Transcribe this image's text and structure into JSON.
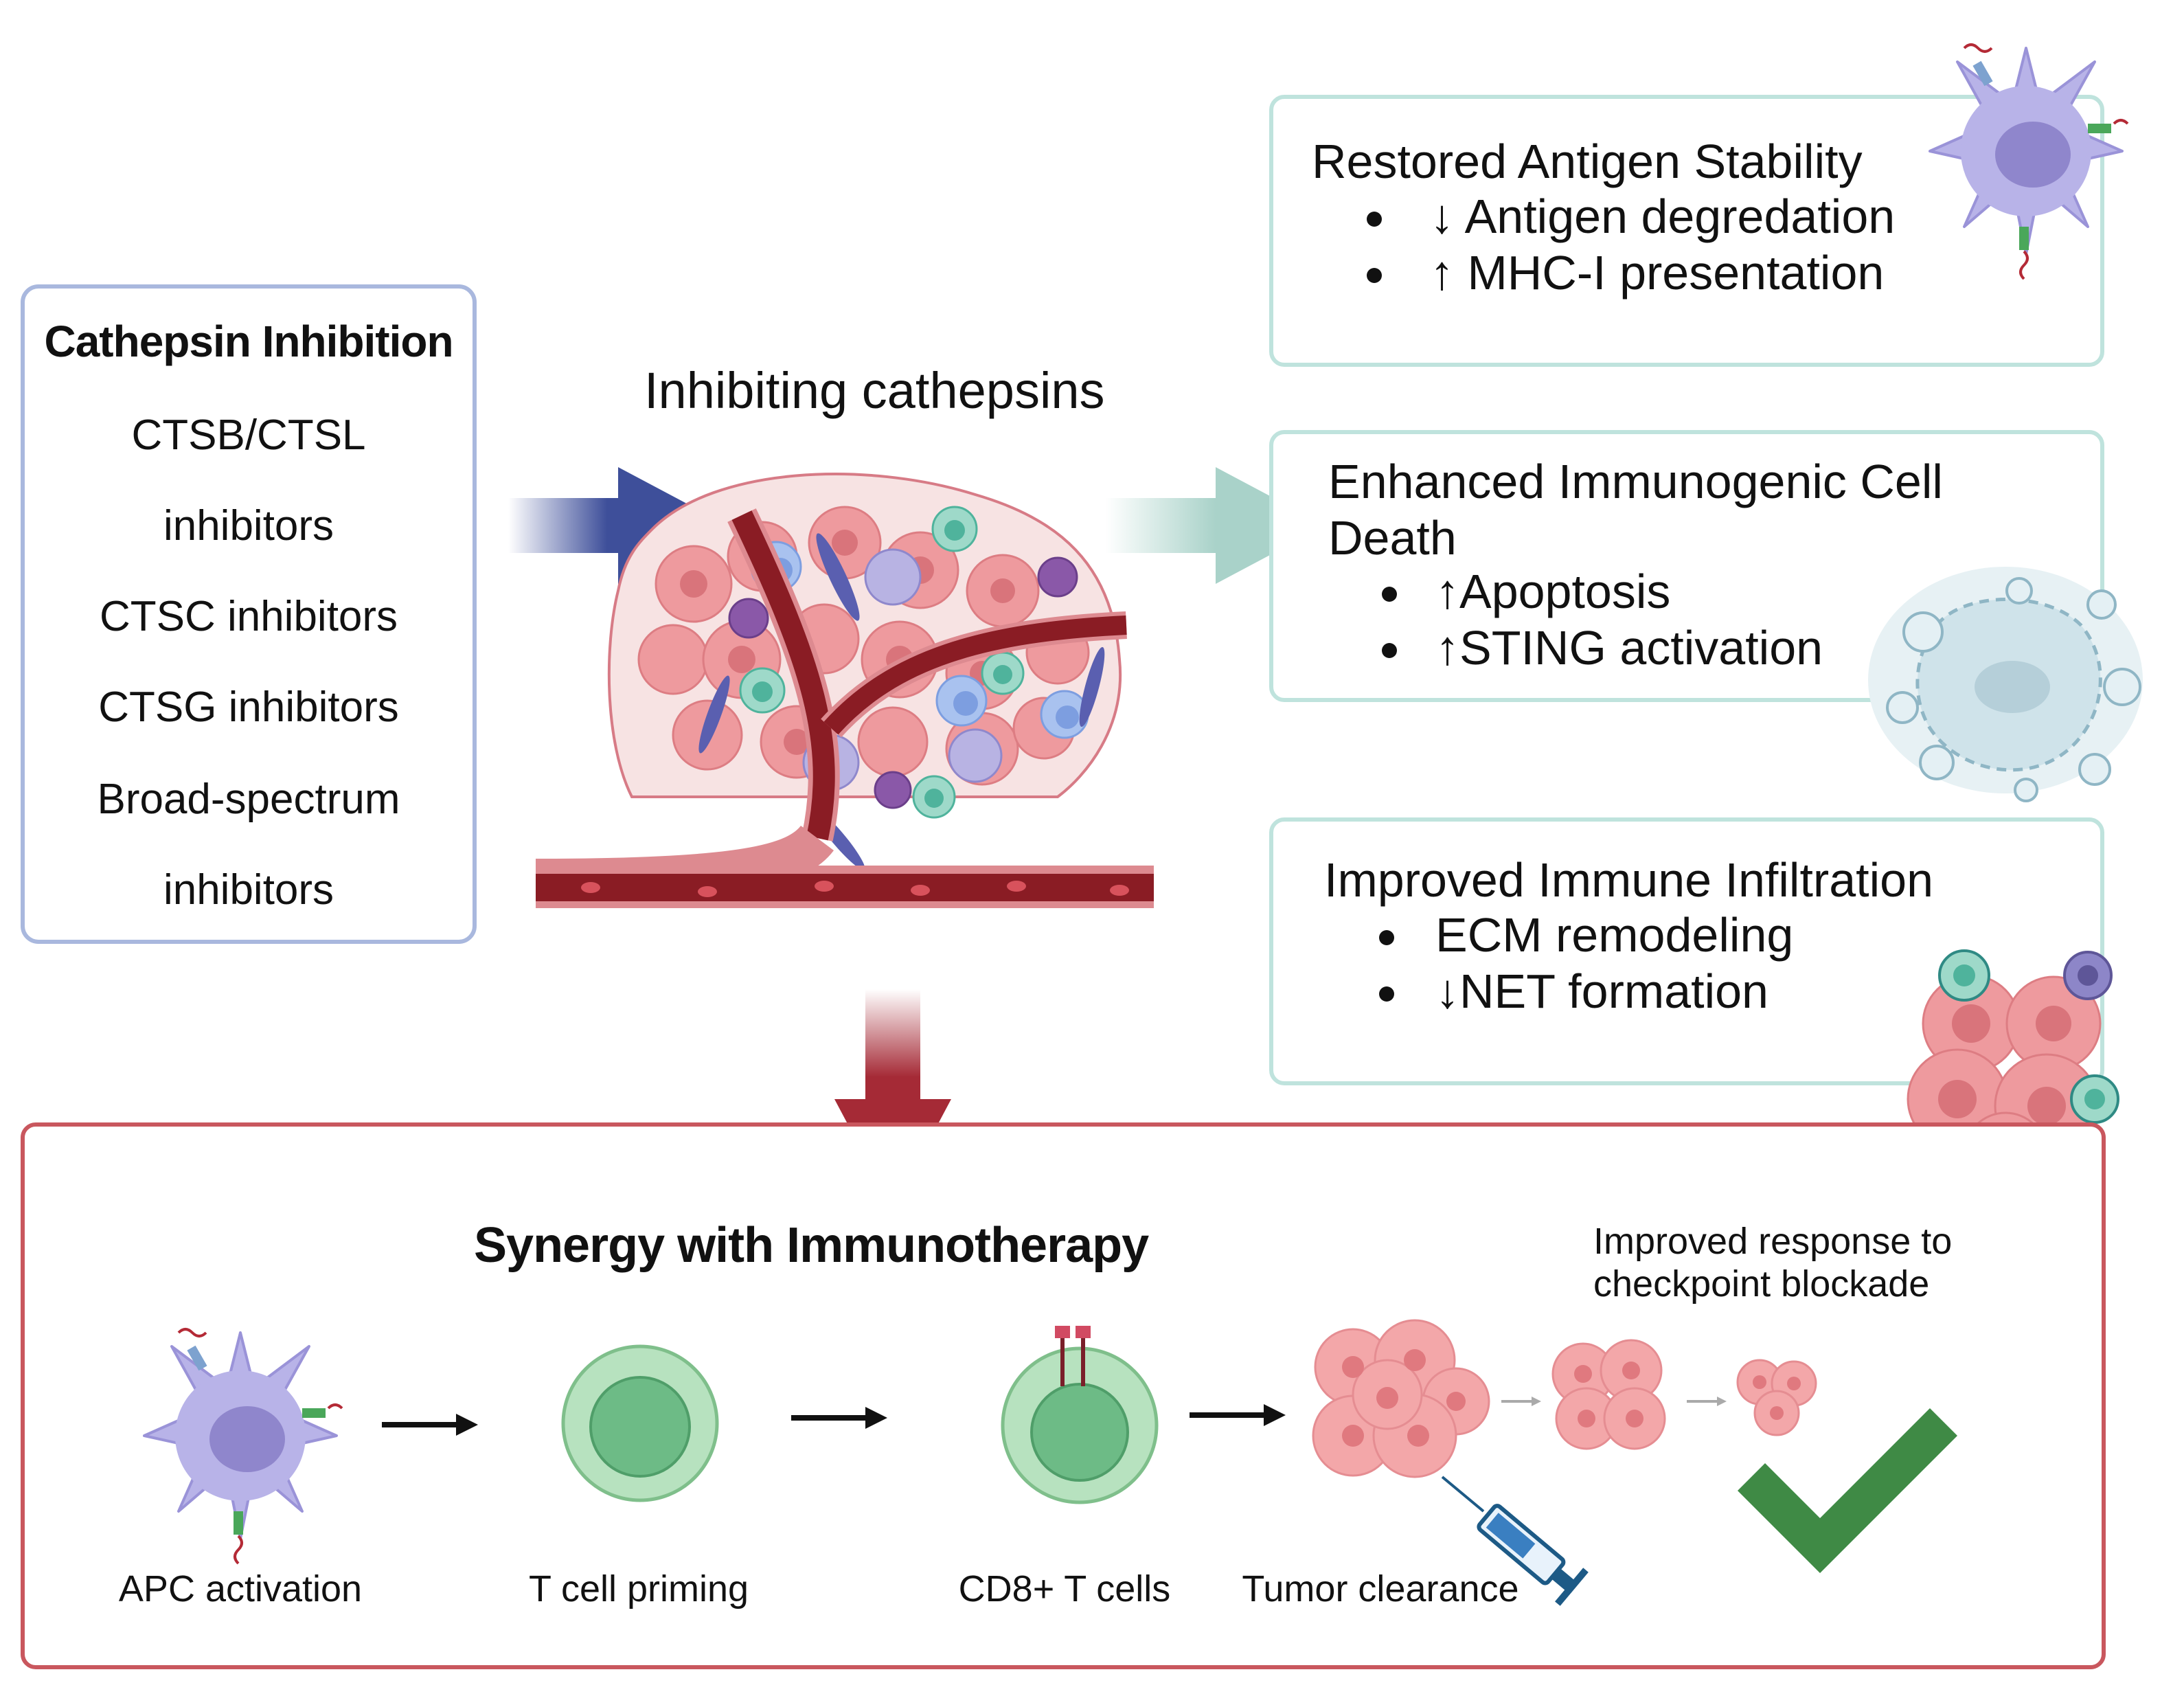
{
  "inhibition_panel": {
    "title": "Cathepsin Inhibition",
    "items": [
      "CTSB/CTSL",
      "inhibitors",
      "CTSC inhibitors",
      "CTSG inhibitors",
      "Broad-spectrum",
      "inhibitors"
    ]
  },
  "center": {
    "title": "Inhibiting cathepsins"
  },
  "outcomes": [
    {
      "title": "Restored Antigen Stability",
      "items": [
        "↓ Antigen degredation",
        "↑ MHC-I presentation"
      ]
    },
    {
      "title_line1": "Enhanced Immunogenic Cell",
      "title_line2": "Death",
      "items": [
        "↑Apoptosis",
        "↑STING activation"
      ]
    },
    {
      "title": "Improved Immune Infiltration",
      "items": [
        "ECM remodeling",
        "↓NET formation"
      ]
    }
  ],
  "synergy": {
    "title": "Synergy with Immunotherapy",
    "steps": [
      "APC activation",
      "T cell priming",
      "CD8+ T cells",
      "Tumor clearance"
    ],
    "response_line1": "Improved response to",
    "response_line2": "checkpoint blockade"
  },
  "colors": {
    "inhibition_border": "#a9b8de",
    "outcome_border": "#bfe3dd",
    "synergy_border": "#c9575e",
    "blue_arrow": "#3e4f9a",
    "teal_arrow": "#a9d2c9",
    "red_arrow": "#a52a36",
    "check": "#3f8a45"
  }
}
